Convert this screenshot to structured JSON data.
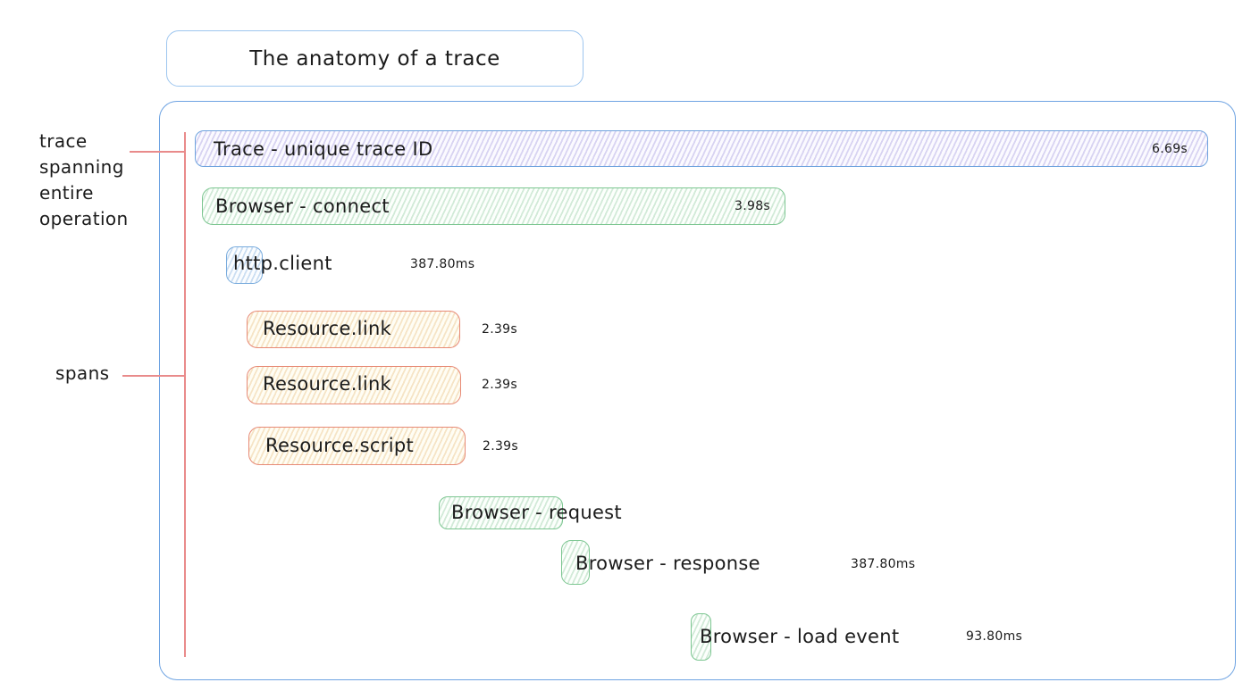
{
  "title": "The anatomy of a trace",
  "annotations": {
    "trace_lines": [
      "trace",
      "spanning",
      "entire",
      "operation"
    ],
    "spans_label": "spans"
  },
  "spans": [
    {
      "name": "Trace - unique trace ID",
      "duration": "6.69s"
    },
    {
      "name": "Browser - connect",
      "duration": "3.98s"
    },
    {
      "name": "http.client",
      "duration": "387.80ms"
    },
    {
      "name": "Resource.link",
      "duration": "2.39s"
    },
    {
      "name": "Resource.link",
      "duration": "2.39s"
    },
    {
      "name": "Resource.script",
      "duration": "2.39s"
    },
    {
      "name": "Browser - request",
      "duration": ""
    },
    {
      "name": "Browser - response",
      "duration": "387.80ms"
    },
    {
      "name": "Browser - load event",
      "duration": "93.80ms"
    }
  ],
  "colors": {
    "text": "#1b1b1b",
    "container_border": "#6ea3e2",
    "trace_border": "#6fa3de",
    "browser_border": "#7cc691",
    "http_border": "#78abdd",
    "resource_border": "#e78a76",
    "annotation_line": "#e98b8b"
  }
}
